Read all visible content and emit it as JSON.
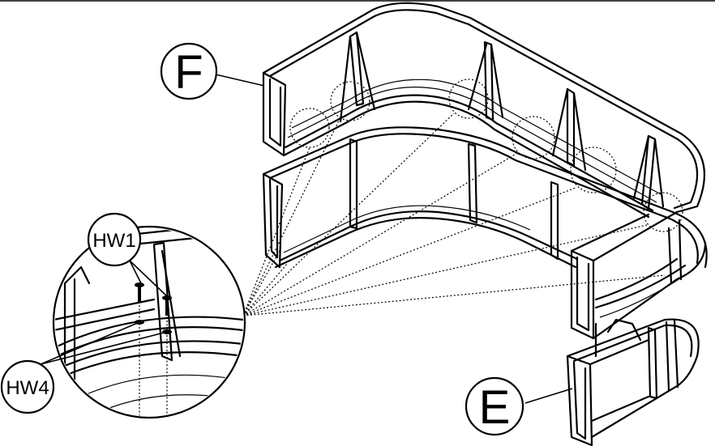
{
  "labels": {
    "part_f": "F",
    "part_e": "E",
    "hardware_1": "HW1",
    "hardware_4": "HW4"
  },
  "colors": {
    "line": "#000000",
    "background": "#ffffff"
  }
}
